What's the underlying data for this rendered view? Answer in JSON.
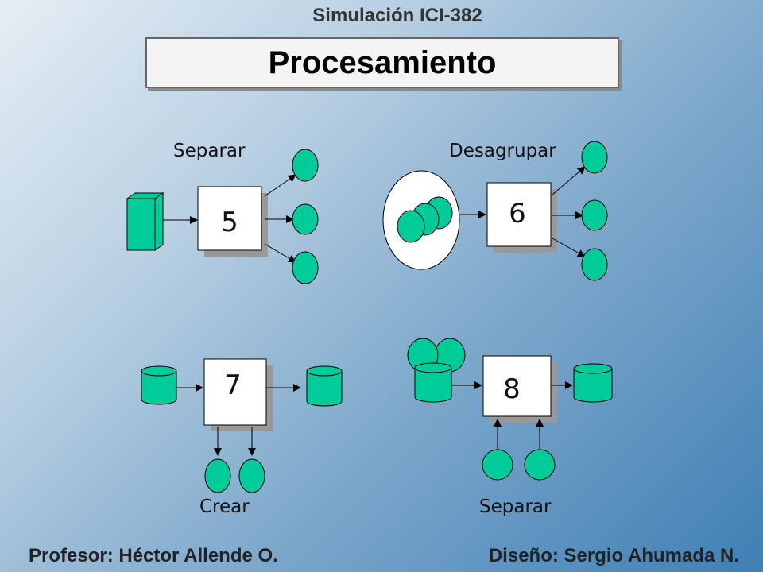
{
  "header": {
    "course": "Simulación ICI-382"
  },
  "title": "Procesamiento",
  "panels": {
    "separar_top": {
      "label": "Separar",
      "step": "5"
    },
    "desagrupar": {
      "label": "Desagrupar",
      "step": "6"
    },
    "crear": {
      "label": "Crear",
      "step": "7"
    },
    "separar_bottom": {
      "label": "Separar",
      "step": "8"
    }
  },
  "footer": {
    "left": "Profesor: Héctor Allende O.",
    "right": "Diseño: Sergio Ahumada N."
  },
  "colors": {
    "entity_fill": "#00cc99",
    "box_fill": "#ffffff",
    "shadow": "#999999",
    "stroke": "#000000"
  }
}
